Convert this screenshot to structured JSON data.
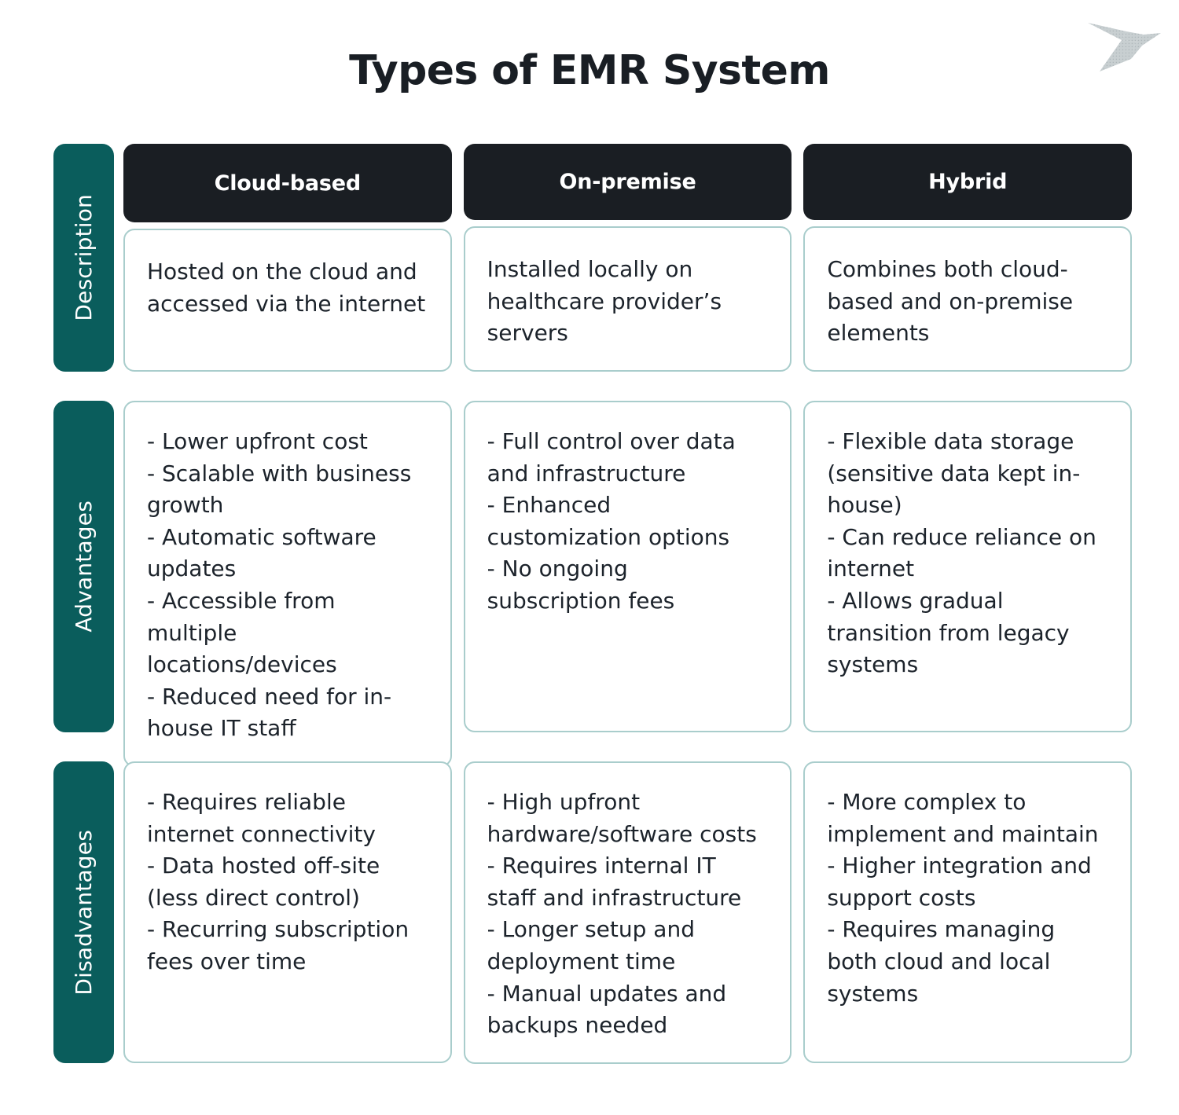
{
  "page": {
    "title": "Types of EMR System",
    "background_color": "#FFFFFF",
    "title_color": "#191E24",
    "accent_teal": "#0A5D5C",
    "header_dark": "#1A1E23",
    "card_border": "#A9CDCC",
    "logo_color": "#C5CCCE"
  },
  "logo": {
    "name": "origami-bird-logo"
  },
  "table": {
    "columns": [
      {
        "label": "Cloud-based"
      },
      {
        "label": "On-premise"
      },
      {
        "label": "Hybrid"
      }
    ],
    "rows": [
      {
        "label": "Description",
        "cells": [
          "Hosted on the cloud and accessed via the internet",
          "Installed locally on healthcare provider’s servers",
          "Combines both cloud-based and on-premise elements"
        ]
      },
      {
        "label": "Advantages",
        "cells": [
          "- Lower upfront cost\n- Scalable with business growth\n- Automatic software updates\n- Accessible from multiple locations/devices\n- Reduced need for in-house IT staff",
          "- Full control over data and infrastructure\n- Enhanced customization options\n- No ongoing subscription fees",
          "- Flexible data storage (sensitive data kept in-house)\n- Can reduce reliance on internet\n- Allows gradual transition from legacy systems"
        ]
      },
      {
        "label": "Disadvantages",
        "cells": [
          "- Requires reliable internet connectivity\n- Data hosted off-site (less direct control)\n- Recurring subscription fees over time",
          "- High upfront hardware/software costs\n- Requires internal IT staff and infrastructure\n- Longer setup and deployment time\n- Manual updates and backups needed",
          "- More complex to implement and maintain\n- Higher integration and support costs\n- Requires managing both cloud and local systems"
        ]
      }
    ]
  }
}
